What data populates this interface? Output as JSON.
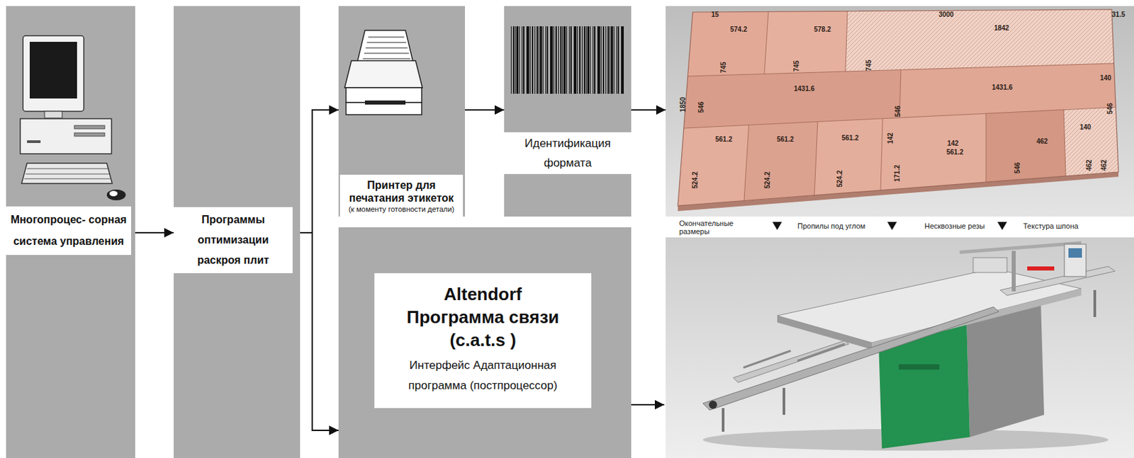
{
  "diagram": {
    "nodes": [
      {
        "text": [
          "Многопроцес- сорная система управления"
        ]
      },
      {
        "text": [
          "Программы оптимизации раскроя плит"
        ]
      },
      {
        "text": [
          "Принтер для печатания этикеток",
          "(к моменту готовности детали)"
        ]
      },
      {
        "text": [
          "Идентификация формата"
        ]
      },
      {
        "text": [
          "15",
          "3000",
          "31.5",
          "574.2",
          "578.2",
          "1842",
          "745",
          "745",
          "745",
          "1850",
          "1431.6",
          "1431.6",
          "140",
          "546",
          "546",
          "546",
          "561.2",
          "561.2",
          "561.2",
          "142",
          "142",
          "561.2",
          "462",
          "140",
          "462",
          "462",
          "524.2",
          "524.2",
          "524.2",
          "171.2",
          "546"
        ]
      },
      {
        "text": [
          "Altendorf Программа связи (c.a.t.s )",
          "Интерфейс Адаптационная программа (постпроцессор)"
        ]
      }
    ],
    "edges": [
      {
        "from": 0,
        "to": 1,
        "arrow": "to"
      },
      {
        "from": 1,
        "to": 2,
        "arrow": "to"
      },
      {
        "from": 1,
        "to": 5,
        "arrow": "to"
      },
      {
        "from": 2,
        "to": 3,
        "arrow": "to"
      },
      {
        "from": 3,
        "to": 4,
        "arrow": "to"
      }
    ],
    "labels": [
      "Окончательные размеры",
      "Пропилы под углом",
      "Несквозные резы",
      "Текстура шпона"
    ]
  }
}
